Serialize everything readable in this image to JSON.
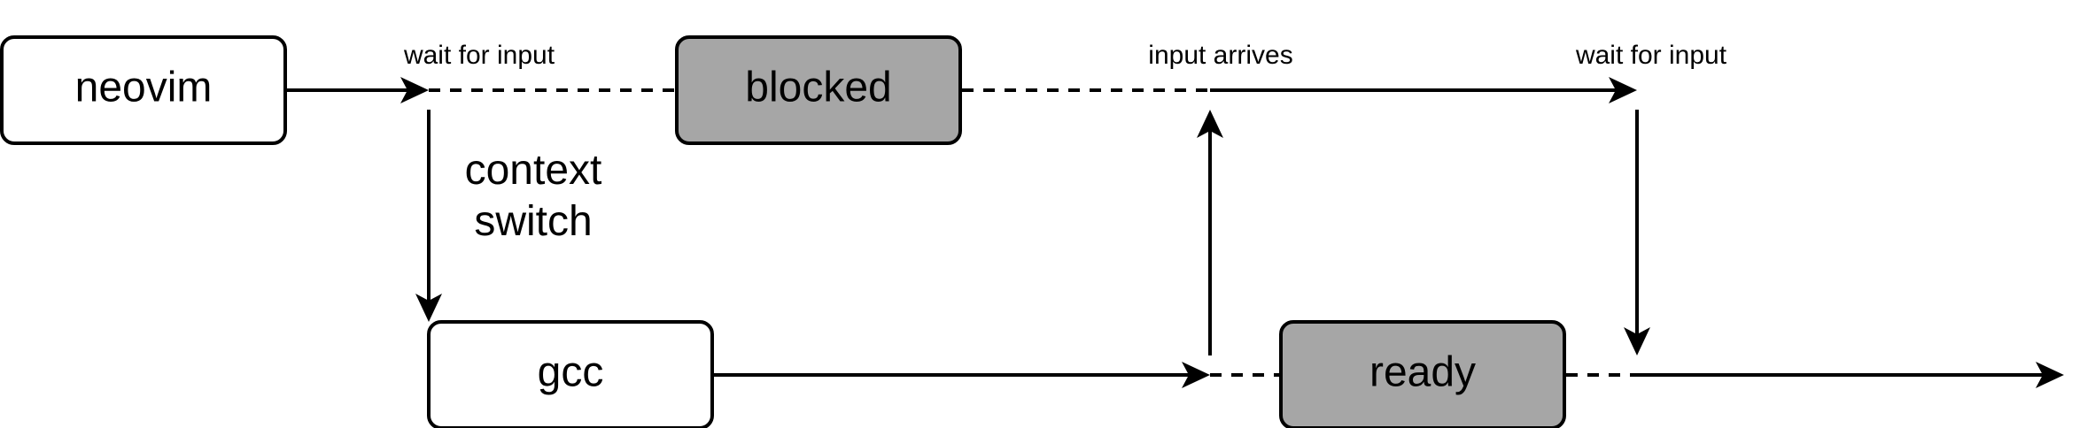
{
  "nodes": {
    "neovim": {
      "label": "neovim",
      "fill": "#ffffff"
    },
    "blocked": {
      "label": "blocked",
      "fill": "#a6a6a6"
    },
    "gcc": {
      "label": "gcc",
      "fill": "#ffffff"
    },
    "ready": {
      "label": "ready",
      "fill": "#a6a6a6"
    }
  },
  "edge_labels": {
    "wait_for_input_1": "wait for input",
    "input_arrives": "input arrives",
    "wait_for_input_2": "wait for input",
    "context_switch_line1": "context",
    "context_switch_line2": "switch"
  },
  "colors": {
    "stroke": "#000000",
    "state_fill": "#a6a6a6",
    "process_fill": "#ffffff"
  }
}
